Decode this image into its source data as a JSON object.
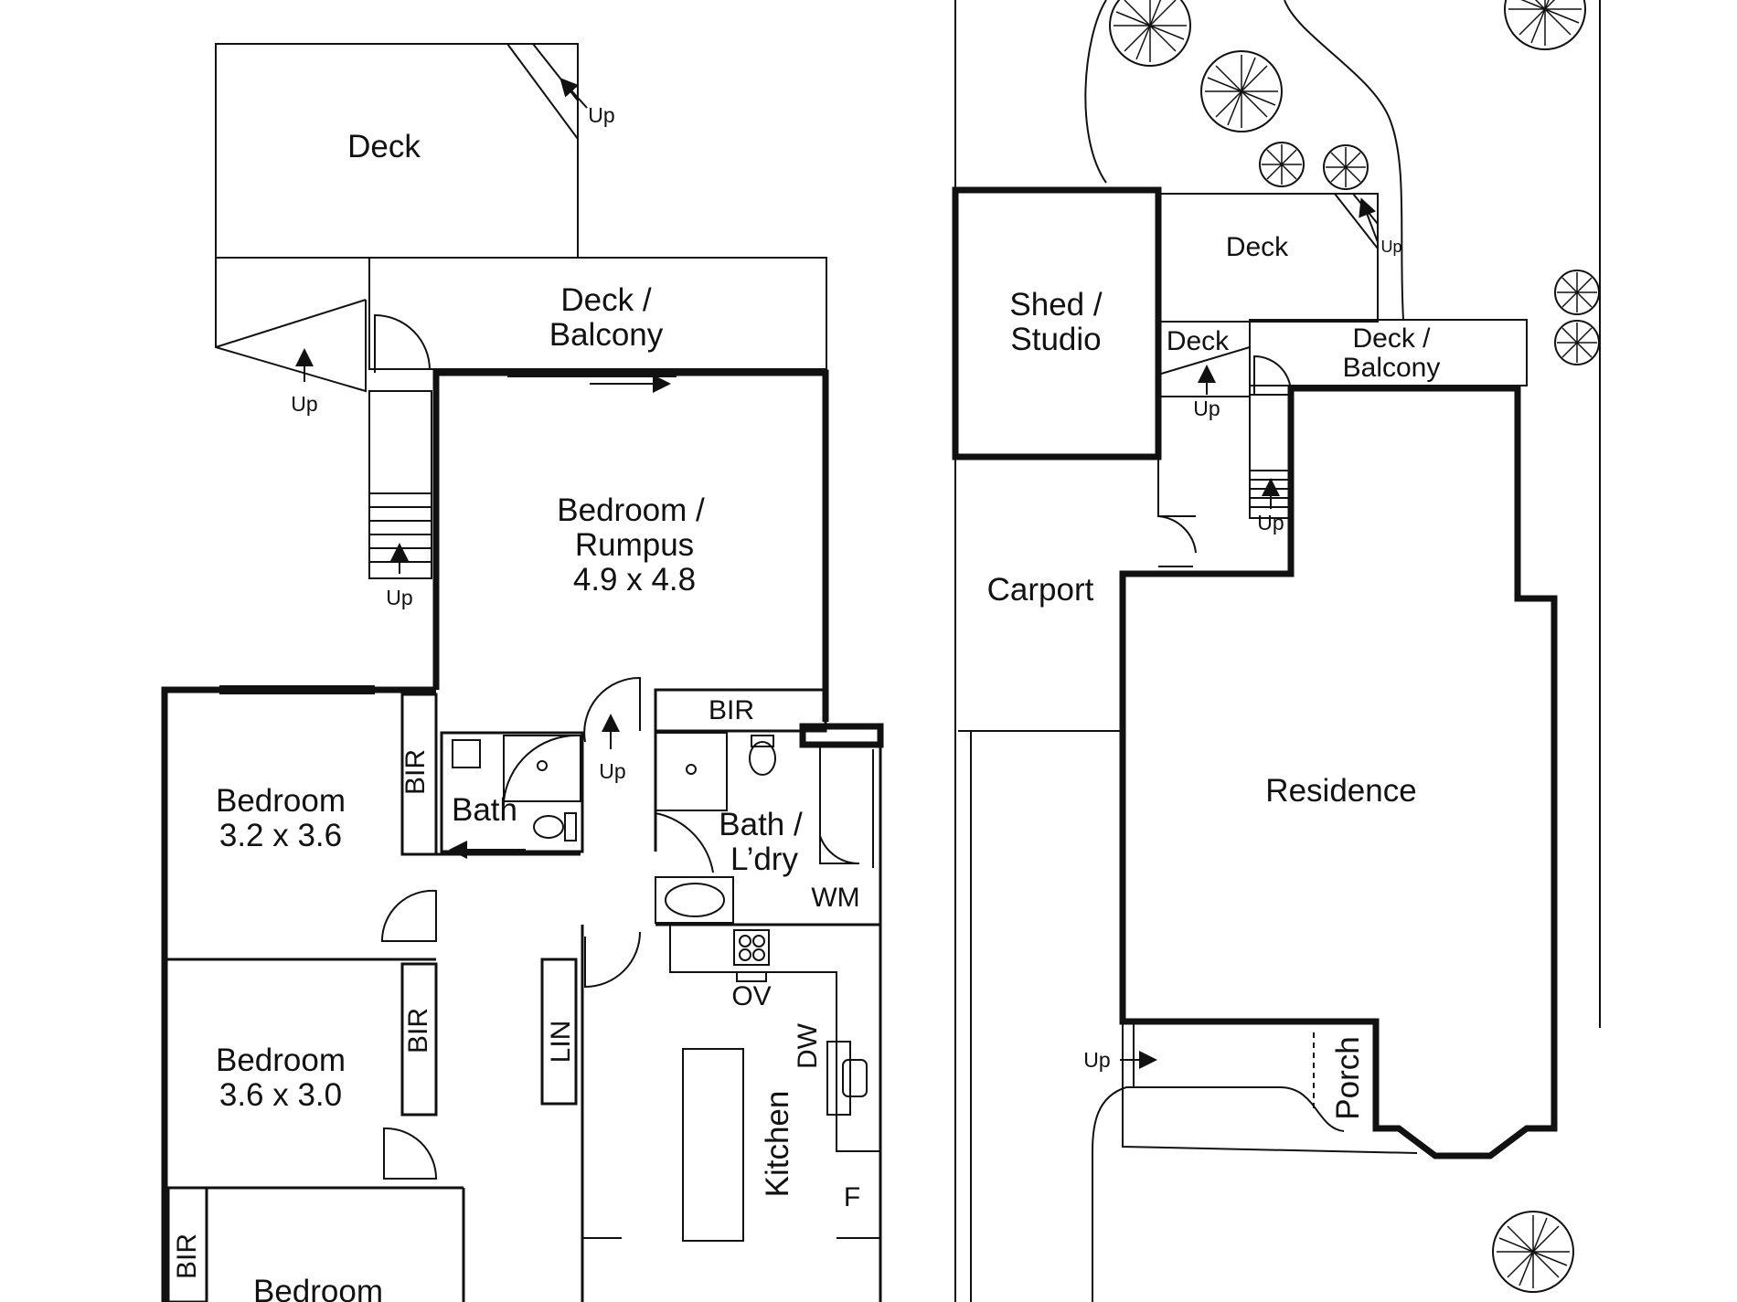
{
  "left_plan": {
    "deck_upper": "Deck",
    "deck_balcony_l1": "Deck /",
    "deck_balcony_l2": "Balcony",
    "bedroom_rumpus_l1": "Bedroom /",
    "bedroom_rumpus_l2": "Rumpus",
    "bedroom_rumpus_size": "4.9 x 4.8",
    "bir_rumpus": "BIR",
    "bedroom1": "Bedroom",
    "bedroom1_size": "3.2 x 3.6",
    "bir1": "BIR",
    "bath": "Bath",
    "bath_ldry_l1": "Bath /",
    "bath_ldry_l2": "L’dry",
    "wm": "WM",
    "ov": "OV",
    "dw": "DW",
    "lin": "LIN",
    "kitchen": "Kitchen",
    "fridge": "F",
    "bedroom2": "Bedroom",
    "bedroom2_size": "3.6 x 3.0",
    "bir2": "BIR",
    "bedroom3": "Bedroom",
    "bir3": "BIR",
    "up": "Up"
  },
  "right_plan": {
    "deck_top": "Deck",
    "shed_l1": "Shed /",
    "shed_l2": "Studio",
    "deck_small": "Deck",
    "deck_balcony_l1": "Deck /",
    "deck_balcony_l2": "Balcony",
    "carport": "Carport",
    "residence": "Residence",
    "porch": "Porch",
    "up": "Up"
  },
  "icons": [
    "arrow-up-icon",
    "arrow-right-icon",
    "arrow-left-icon",
    "shower-icon",
    "toilet-icon",
    "basin-icon",
    "bathtub-icon",
    "cooktop-icon",
    "sink-icon",
    "tree-icon"
  ]
}
